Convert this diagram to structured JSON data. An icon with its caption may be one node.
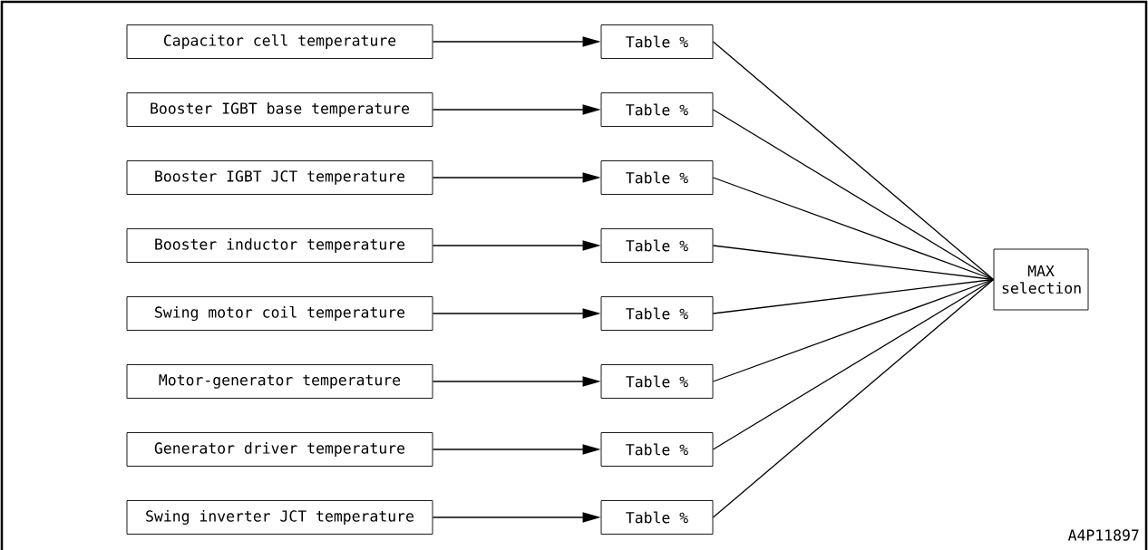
{
  "diagram": {
    "nodes": [
      {
        "text": [
          "Capacitor cell temperature"
        ]
      },
      {
        "text": [
          "Booster IGBT base temperature"
        ]
      },
      {
        "text": [
          "Booster IGBT JCT temperature"
        ]
      },
      {
        "text": [
          "Booster inductor temperature"
        ]
      },
      {
        "text": [
          "Swing motor coil temperature"
        ]
      },
      {
        "text": [
          "Motor-generator temperature"
        ]
      },
      {
        "text": [
          "Generator driver temperature"
        ]
      },
      {
        "text": [
          "Swing inverter JCT temperature"
        ]
      },
      {
        "text": [
          "Table %"
        ]
      },
      {
        "text": [
          "Table %"
        ]
      },
      {
        "text": [
          "Table %"
        ]
      },
      {
        "text": [
          "Table %"
        ]
      },
      {
        "text": [
          "Table %"
        ]
      },
      {
        "text": [
          "Table %"
        ]
      },
      {
        "text": [
          "Table %"
        ]
      },
      {
        "text": [
          "Table %"
        ]
      },
      {
        "text": [
          "MAX selection"
        ]
      }
    ],
    "edges": [
      {
        "from": 0,
        "to": 8,
        "arrow": "to"
      },
      {
        "from": 1,
        "to": 9,
        "arrow": "to"
      },
      {
        "from": 2,
        "to": 10,
        "arrow": "to"
      },
      {
        "from": 3,
        "to": 11,
        "arrow": "to"
      },
      {
        "from": 4,
        "to": 12,
        "arrow": "to"
      },
      {
        "from": 5,
        "to": 13,
        "arrow": "to"
      },
      {
        "from": 6,
        "to": 14,
        "arrow": "to"
      },
      {
        "from": 7,
        "to": 15,
        "arrow": "to"
      },
      {
        "from": 8,
        "to": 16,
        "arrow": "none"
      },
      {
        "from": 9,
        "to": 16,
        "arrow": "none"
      },
      {
        "from": 10,
        "to": 16,
        "arrow": "none"
      },
      {
        "from": 11,
        "to": 16,
        "arrow": "none"
      },
      {
        "from": 12,
        "to": 16,
        "arrow": "none"
      },
      {
        "from": 13,
        "to": 16,
        "arrow": "none"
      },
      {
        "from": 14,
        "to": 16,
        "arrow": "none"
      },
      {
        "from": 15,
        "to": 16,
        "arrow": "none"
      }
    ],
    "labels": [
      "A4P11897"
    ]
  }
}
